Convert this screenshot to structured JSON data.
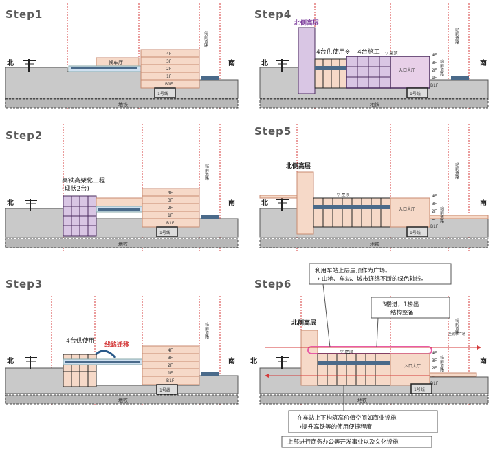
{
  "directions": {
    "north": "北",
    "south": "南"
  },
  "common": {
    "subway": "地铁",
    "exit1": "1号线",
    "road": "站前道路",
    "floors": [
      "4F",
      "3F",
      "2F",
      "1F",
      "B1F"
    ],
    "roof": "▽ 屋顶",
    "entrance_hall": "入口大厅",
    "plaza": "广场"
  },
  "steps": [
    {
      "title": "Step1",
      "notes": [
        "候车厅"
      ]
    },
    {
      "title": "Step2",
      "notes": [
        "高铁高架化工程",
        "(现状2台)"
      ]
    },
    {
      "title": "Step3",
      "notes": [
        "4台供使用",
        "线路迁移"
      ]
    },
    {
      "title": "Step4",
      "notes": [
        "北侧高层",
        "4台供使用※",
        "4台施工"
      ]
    },
    {
      "title": "Step5",
      "notes": [
        "北侧高层"
      ]
    },
    {
      "title": "Step6",
      "notes": [
        "北侧高层",
        "至城市广场"
      ]
    }
  ],
  "callouts": {
    "top_line1": "利用车站上层屋顶作为广场。",
    "top_line2": "→ 山地、车站、城市连绵不断的绿色轴线。",
    "mid_line1": "3楼进，1楼出",
    "mid_line2": "结构整备",
    "bottom_line1": "在车站上下构筑高价值空间如商业设施",
    "bottom_line2": "→提升高铁等的使用便捷程度",
    "bottom_line3": "上部进行商务办公等开发事业以及文化设施"
  },
  "colors": {
    "ground": "#c9c9c9",
    "subway": "#b7b7b7",
    "building": "#f6d9c8",
    "building_stroke": "#c88a70",
    "purple": "#d9c6e4",
    "purple_dark": "#4a2c5e",
    "redline": "#d43a3a",
    "pink": "#e85aa6",
    "blue": "#cfe0f0"
  }
}
